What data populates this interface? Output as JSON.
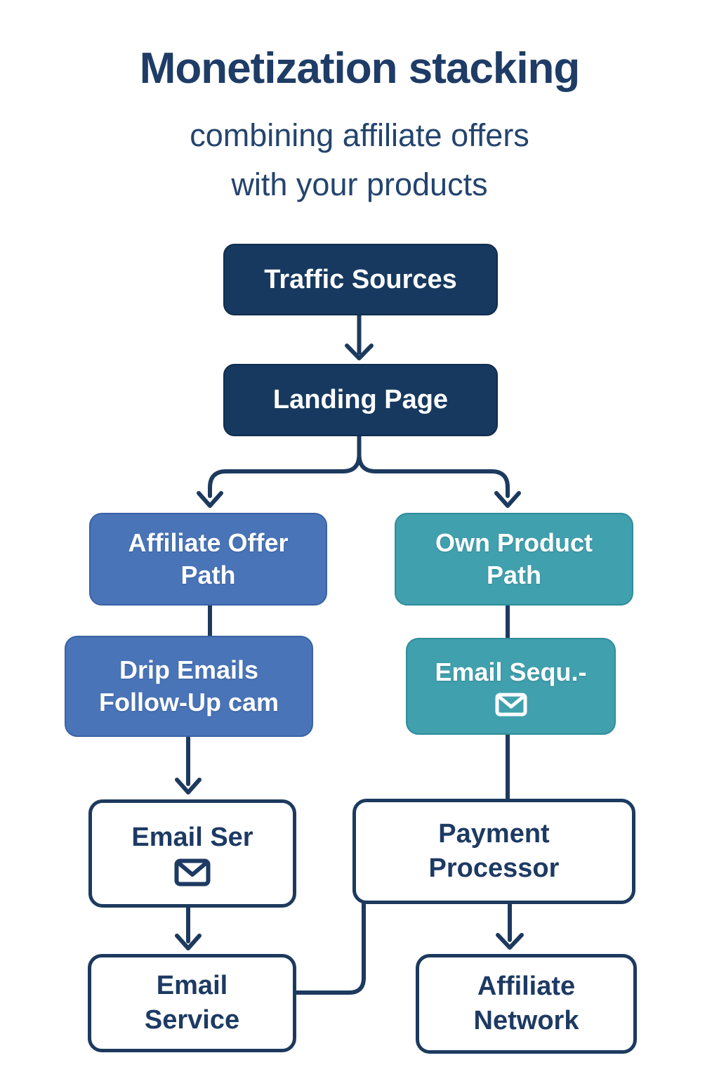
{
  "page": {
    "title": "Monetization stacking",
    "subtitle_lines": [
      "combining affiliate offers",
      "with your products"
    ]
  },
  "colors": {
    "background": "#ffffff",
    "title_text": "#1e3c66",
    "subtitle_text": "#24446e",
    "navy_node_fill": "#17395f",
    "blue_node_fill": "#4a74b8",
    "teal_node_fill": "#41a0ae",
    "outline_node_border": "#1d3a5e",
    "node_text_light": "#ffffff",
    "node_text_dark": "#1d3a63",
    "connector": "#1d3a5e"
  },
  "nodes": {
    "traffic_sources": {
      "style": "navy",
      "lines": [
        "Traffic Sources"
      ]
    },
    "landing_page": {
      "style": "navy",
      "lines": [
        "Landing Page"
      ]
    },
    "affiliate_offer_path": {
      "style": "blue",
      "lines": [
        "Affiliate Offer",
        "Path"
      ]
    },
    "own_product_path": {
      "style": "teal",
      "lines": [
        "Own Product",
        "Path"
      ]
    },
    "drip_emails": {
      "style": "blue",
      "lines": [
        "Drip Emails",
        "Follow-Up cam"
      ]
    },
    "email_sequence": {
      "style": "teal",
      "lines": [
        "Email Sequ.-"
      ],
      "icon": "envelope-icon"
    },
    "email_service_short": {
      "style": "outline",
      "lines": [
        "Email Ser"
      ],
      "icon": "envelope-icon"
    },
    "payment_processor": {
      "style": "outline",
      "lines": [
        "Payment",
        "Processor"
      ]
    },
    "email_service": {
      "style": "outline",
      "lines": [
        "Email",
        "Service"
      ]
    },
    "affiliate_network": {
      "style": "outline",
      "lines": [
        "Affiliate",
        "Network"
      ]
    }
  },
  "edges": [
    {
      "from": "traffic_sources",
      "to": "landing_page",
      "arrow": true
    },
    {
      "from": "landing_page",
      "to": "affiliate_offer_path",
      "arrow": true
    },
    {
      "from": "landing_page",
      "to": "own_product_path",
      "arrow": true
    },
    {
      "from": "affiliate_offer_path",
      "to": "drip_emails",
      "arrow": false
    },
    {
      "from": "own_product_path",
      "to": "email_sequence",
      "arrow": false
    },
    {
      "from": "drip_emails",
      "to": "email_service_short",
      "arrow": true
    },
    {
      "from": "email_sequence",
      "to": "payment_processor",
      "arrow": false
    },
    {
      "from": "email_service_short",
      "to": "email_service",
      "arrow": true
    },
    {
      "from": "payment_processor",
      "to": "email_service",
      "arrow": false
    },
    {
      "from": "payment_processor",
      "to": "affiliate_network",
      "arrow": true
    }
  ]
}
